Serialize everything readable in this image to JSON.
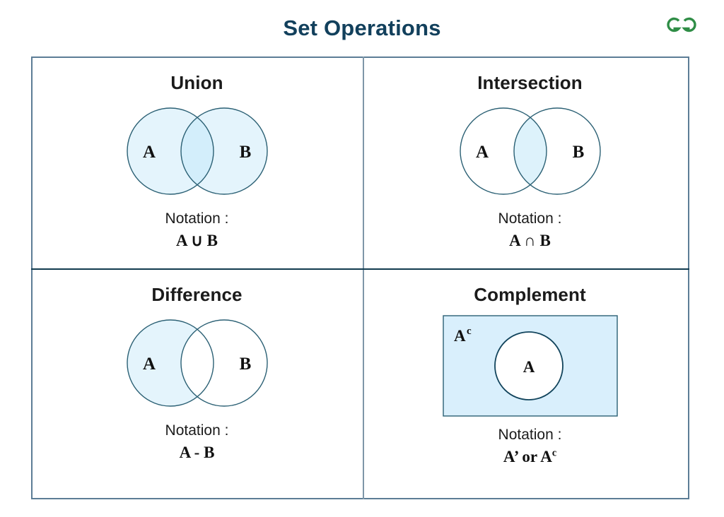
{
  "header": {
    "title": "Set Operations",
    "logo_name": "geeksforgeeks-logo"
  },
  "colors": {
    "title": "#12405c",
    "frame_border": "#5c7d96",
    "divider_vertical": "#7f96a8",
    "divider_horizontal": "#123b4f",
    "circle_stroke": "#2b6074",
    "circle_fill": "#e4f4fc",
    "overlap_fill": "#ddf2fb",
    "rect_fill": "#d9effc",
    "rect_stroke": "#2b6074",
    "text": "#1b1b1b"
  },
  "notation_label": "Notation :",
  "quadrants": [
    {
      "id": "union",
      "title": "Union",
      "diagram": "two-circles",
      "shaded": "both",
      "left_label": "A",
      "right_label": "B",
      "notation_label": "Notation :",
      "notation": "A ∪ B"
    },
    {
      "id": "intersection",
      "title": "Intersection",
      "diagram": "two-circles",
      "shaded": "overlap",
      "left_label": "A",
      "right_label": "B",
      "notation_label": "Notation :",
      "notation": "A ∩ B"
    },
    {
      "id": "difference",
      "title": "Difference",
      "diagram": "two-circles",
      "shaded": "left-only",
      "left_label": "A",
      "right_label": "B",
      "notation_label": "Notation :",
      "notation": "A - B"
    },
    {
      "id": "complement",
      "title": "Complement",
      "diagram": "rectangle-with-circle",
      "shaded": "outside-circle",
      "universe_label": "A",
      "universe_label_sup": "c",
      "circle_label": "A",
      "notation_label": "Notation :",
      "notation_prefix": "A’ or A",
      "notation_sup": "c"
    }
  ]
}
